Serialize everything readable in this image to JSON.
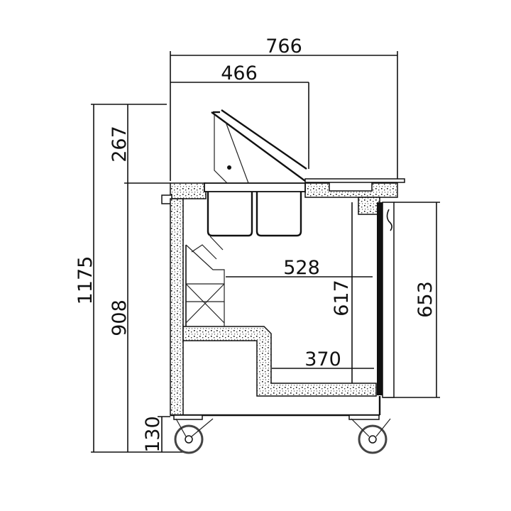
{
  "drawing": {
    "dimensions": {
      "overall_depth": "766",
      "lid_depth": "466",
      "overall_height": "1175",
      "lid_height": "267",
      "counter_height": "908",
      "leg_height": "130",
      "door_height": "653",
      "inner_depth_upper": "528",
      "inner_height": "617",
      "inner_depth_lower": "370"
    },
    "colors": {
      "line": "#111111",
      "background": "#ffffff"
    }
  }
}
